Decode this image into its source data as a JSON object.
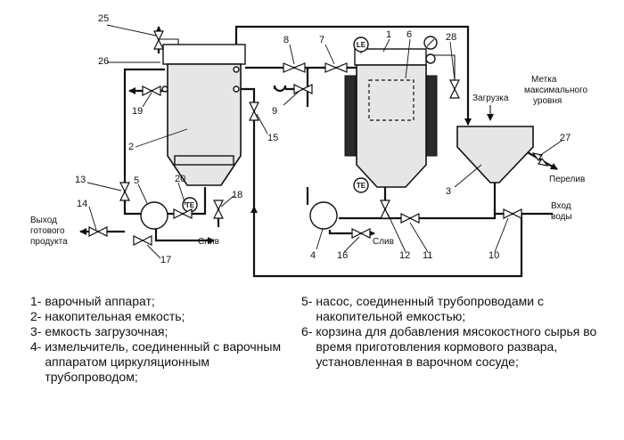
{
  "diagram": {
    "labels": {
      "outlet": [
        "Выход",
        "готового",
        "продукта"
      ],
      "drain": "Слив",
      "loading": "Загрузка",
      "max_level": [
        "Метка",
        "максимального",
        "уровня"
      ],
      "overflow": "Перелив",
      "water_inlet": [
        "Вход",
        "воды"
      ]
    },
    "instruments": {
      "level": "LE",
      "temperature": "TE"
    },
    "numbers": [
      "1",
      "2",
      "3",
      "4",
      "5",
      "6",
      "7",
      "8",
      "9",
      "10",
      "11",
      "12",
      "13",
      "14",
      "15",
      "16",
      "17",
      "18",
      "19",
      "20",
      "25",
      "26",
      "27",
      "28"
    ]
  },
  "legend": {
    "left": [
      {
        "n": "1-",
        "text": "варочный аппарат;"
      },
      {
        "n": "2-",
        "text": "накопительная емкость;"
      },
      {
        "n": "3-",
        "text": "емкость загрузочная;"
      },
      {
        "n": "4-",
        "text": "измельчитель, соединенный с варочным аппаратом циркуляционным трубопроводом;"
      }
    ],
    "right": [
      {
        "n": "5-",
        "text": "насос, соединенный трубопроводами с накопительной емкостью;"
      },
      {
        "n": "6-",
        "text": "корзина для добавления мясокостного сырья во время приготовления кормового разварa, установленная в варочном сосуде;"
      }
    ]
  }
}
